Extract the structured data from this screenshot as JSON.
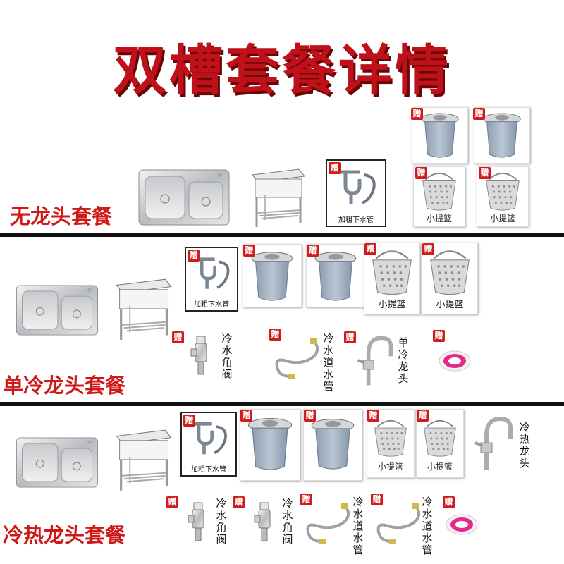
{
  "title": "双槽套餐详情",
  "badge": "赠",
  "drain_pipe_label": "加粗下水管",
  "small_basket_label": "小提篮",
  "angle_valve_label": "冷水角阀",
  "hose_label": "冷水道水管",
  "cold_faucet_label": "单冷龙头",
  "hot_cold_faucet_label": "冷热龙头",
  "packages": [
    {
      "name": "无龙头套餐"
    },
    {
      "name": "单冷龙头套餐"
    },
    {
      "name": "冷热龙头套餐"
    }
  ],
  "colors": {
    "title_red": "#c0111a",
    "label_red": "#d01818",
    "badge_red": "#d41b1b"
  }
}
